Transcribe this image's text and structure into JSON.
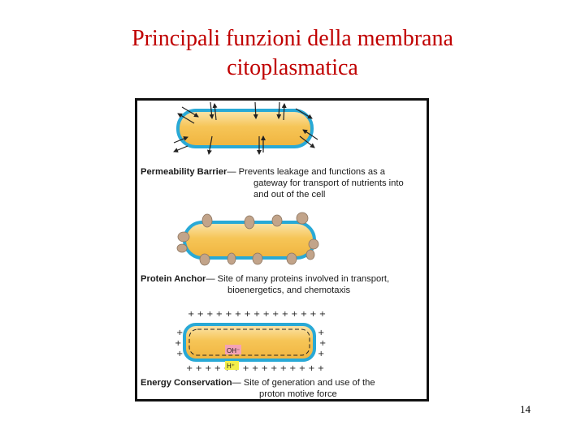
{
  "slide": {
    "title_line1": "Principali funzioni della membrana",
    "title_line2": "citoplasmatica",
    "page_number": "14"
  },
  "figure": {
    "panels": [
      {
        "label": "Permeability Barrier",
        "desc_line1": "— Prevents leakage and functions as a",
        "desc_line2": "gateway for transport of nutrients into",
        "desc_line3": "and out of the cell"
      },
      {
        "label": "Protein Anchor",
        "desc_line1": "— Site of many proteins involved in transport,",
        "desc_line2": "bioenergetics, and chemotaxis"
      },
      {
        "label": "Energy Conservation",
        "desc_line1": "— Site of generation and use of the",
        "desc_line2": "proton motive force",
        "oh_label": "OH⁻",
        "h_label": "H⁺"
      }
    ],
    "colors": {
      "membrane": "#29a9d6",
      "cytoplasm": "#f5c45a",
      "protein": "#c2a48a",
      "oh_box": "#f4a3b5",
      "h_box": "#f3ee4a"
    }
  }
}
